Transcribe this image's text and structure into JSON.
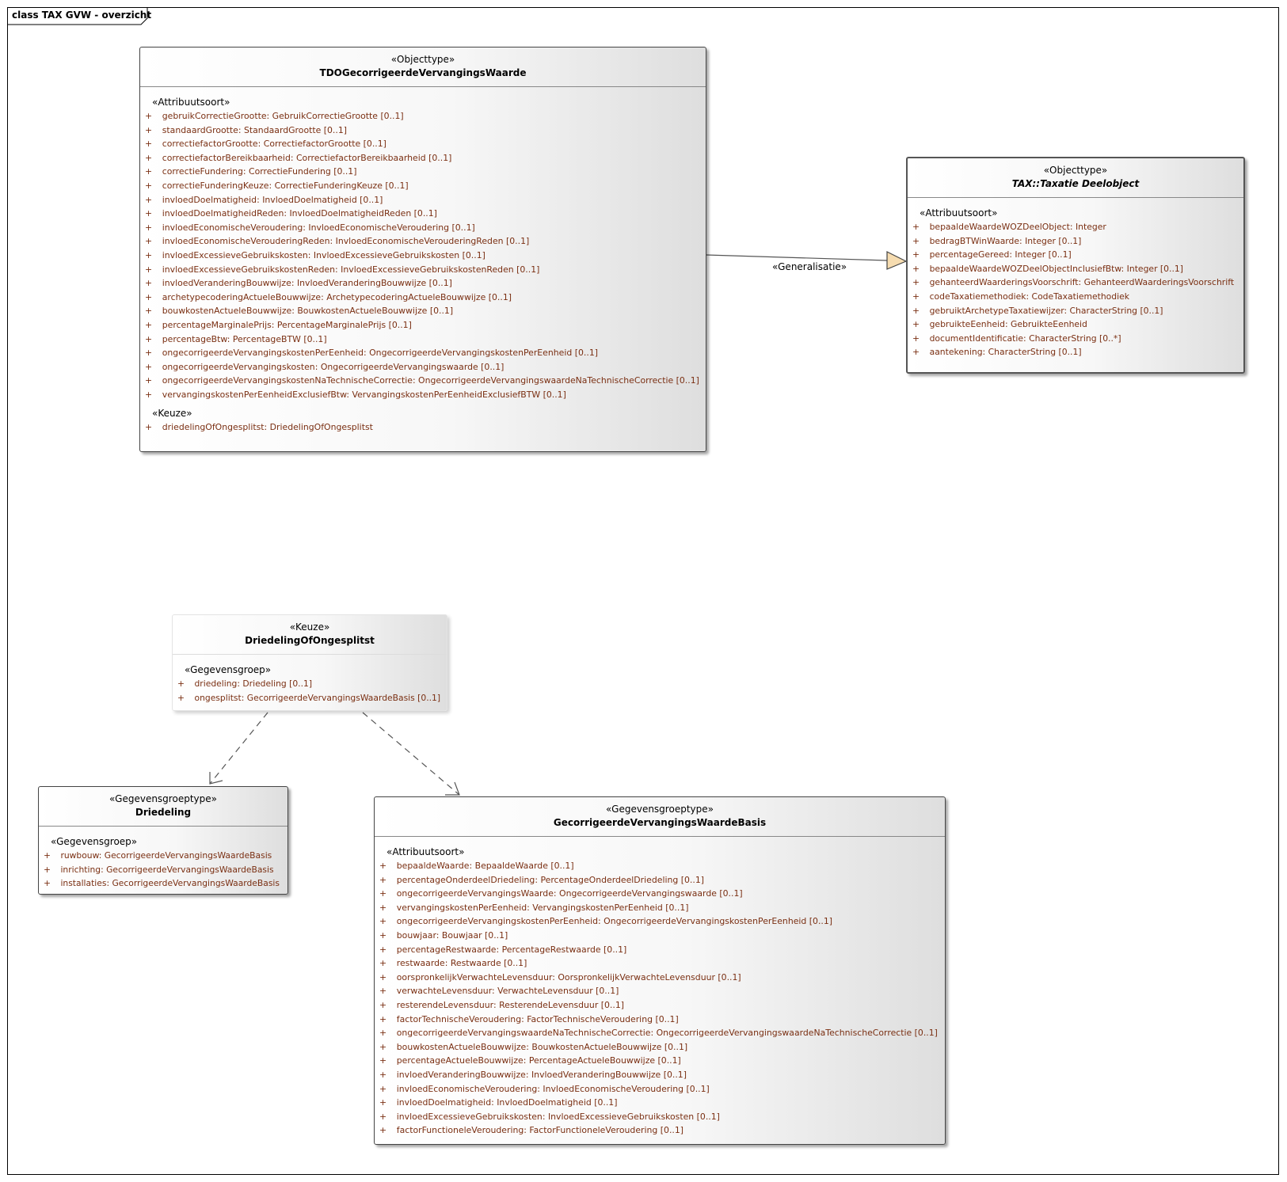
{
  "frame": {
    "title": "class TAX GVW - overzicht"
  },
  "classes": {
    "tdo": {
      "stereotype": "«Objecttype»",
      "name": "TDOGecorrigeerdeVervangingsWaarde",
      "sections": [
        {
          "label": "«Attribuutsoort»",
          "attrs": [
            "gebruikCorrectieGrootte: GebruikCorrectieGrootte [0..1]",
            "standaardGrootte: StandaardGrootte [0..1]",
            "correctiefactorGrootte: CorrectiefactorGrootte [0..1]",
            "correctiefactorBereikbaarheid: CorrectiefactorBereikbaarheid [0..1]",
            "correctieFundering: CorrectieFundering [0..1]",
            "correctieFunderingKeuze: CorrectieFunderingKeuze [0..1]",
            "invloedDoelmatigheid: InvloedDoelmatigheid [0..1]",
            "invloedDoelmatigheidReden: InvloedDoelmatigheidReden [0..1]",
            "invloedEconomischeVeroudering: InvloedEconomischeVeroudering [0..1]",
            "invloedEconomischeVerouderingReden: InvloedEconomischeVerouderingReden [0..1]",
            "invloedExcessieveGebruikskosten: InvloedExcessieveGebruikskosten [0..1]",
            "invloedExcessieveGebruikskostenReden: InvloedExcessieveGebruikskostenReden [0..1]",
            "invloedVeranderingBouwwijze: InvloedVeranderingBouwwijze [0..1]",
            "archetypecoderingActueleBouwwijze: ArchetypecoderingActueleBouwwijze [0..1]",
            "bouwkostenActueleBouwwijze: BouwkostenActueleBouwwijze [0..1]",
            "percentageMarginalePrijs: PercentageMarginalePrijs [0..1]",
            "percentageBtw: PercentageBTW [0..1]",
            "ongecorrigeerdeVervangingskostenPerEenheid: OngecorrigeerdeVervangingskostenPerEenheid [0..1]",
            "ongecorrigeerdeVervangingskosten: OngecorrigeerdeVervangingswaarde [0..1]",
            "ongecorrigeerdeVervangingskostenNaTechnischeCorrectie: OngecorrigeerdeVervangingswaardeNaTechnischeCorrectie [0..1]",
            "vervangingskostenPerEenheidExclusiefBtw: VervangingskostenPerEenheidExclusiefBTW [0..1]"
          ]
        },
        {
          "label": "«Keuze»",
          "attrs": [
            "driedelingOfOngesplitst: DriedelingOfOngesplitst"
          ]
        }
      ]
    },
    "taxatie": {
      "stereotype": "«Objecttype»",
      "name": "TAX::Taxatie Deelobject",
      "sections": [
        {
          "label": "«Attribuutsoort»",
          "attrs": [
            "bepaaldeWaardeWOZDeelObject: Integer",
            "bedragBTWinWaarde: Integer [0..1]",
            "percentageGereed: Integer [0..1]",
            "bepaaldeWaardeWOZDeelObjectInclusiefBtw: Integer [0..1]",
            "gehanteerdWaarderingsVoorschrift: GehanteerdWaarderingsVoorschrift",
            "codeTaxatiemethodiek: CodeTaxatiemethodiek",
            "gebruiktArchetypeTaxatiewijzer: CharacterString [0..1]",
            "gebruikteEenheid: GebruikteEenheid",
            "documentIdentificatie: CharacterString [0..*]",
            "aantekening: CharacterString [0..1]"
          ]
        }
      ]
    },
    "keuze": {
      "stereotype": "«Keuze»",
      "name": "DriedelingOfOngesplitst",
      "sections": [
        {
          "label": "«Gegevensgroep»",
          "attrs": [
            "driedeling: Driedeling [0..1]",
            "ongesplitst: GecorrigeerdeVervangingsWaardeBasis [0..1]"
          ]
        }
      ]
    },
    "driedeling": {
      "stereotype": "«Gegevensgroeptype»",
      "name": "Driedeling",
      "sections": [
        {
          "label": "«Gegevensgroep»",
          "attrs": [
            "ruwbouw: GecorrigeerdeVervangingsWaardeBasis",
            "inrichting: GecorrigeerdeVervangingsWaardeBasis",
            "installaties: GecorrigeerdeVervangingsWaardeBasis"
          ]
        }
      ]
    },
    "basis": {
      "stereotype": "«Gegevensgroeptype»",
      "name": "GecorrigeerdeVervangingsWaardeBasis",
      "sections": [
        {
          "label": "«Attribuutsoort»",
          "attrs": [
            "bepaaldeWaarde: BepaaldeWaarde [0..1]",
            "percentageOnderdeelDriedeling: PercentageOnderdeelDriedeling [0..1]",
            "ongecorrigeerdeVervangingsWaarde: OngecorrigeerdeVervangingswaarde [0..1]",
            "vervangingskostenPerEenheid: VervangingskostenPerEenheid [0..1]",
            "ongecorrigeerdeVervangingskostenPerEenheid: OngecorrigeerdeVervangingskostenPerEenheid [0..1]",
            "bouwjaar: Bouwjaar [0..1]",
            "percentageRestwaarde: PercentageRestwaarde [0..1]",
            "restwaarde: Restwaarde [0..1]",
            "oorspronkelijkVerwachteLevensduur: OorspronkelijkVerwachteLevensduur [0..1]",
            "verwachteLevensduur: VerwachteLevensduur [0..1]",
            "resterendeLevensduur: ResterendeLevensduur [0..1]",
            "factorTechnischeVeroudering: FactorTechnischeVeroudering [0..1]",
            "ongecorrigeerdeVervangingswaardeNaTechnischeCorrectie: OngecorrigeerdeVervangingswaardeNaTechnischeCorrectie [0..1]",
            "bouwkostenActueleBouwwijze: BouwkostenActueleBouwwijze [0..1]",
            "percentageActueleBouwwijze: PercentageActueleBouwwijze [0..1]",
            "invloedVeranderingBouwwijze: InvloedVeranderingBouwwijze [0..1]",
            "invloedEconomischeVeroudering: InvloedEconomischeVeroudering [0..1]",
            "invloedDoelmatigheid: InvloedDoelmatigheid [0..1]",
            "invloedExcessieveGebruikskosten: InvloedExcessieveGebruikskosten [0..1]",
            "factorFunctioneleVeroudering: FactorFunctioneleVeroudering [0..1]"
          ]
        }
      ]
    }
  },
  "relations": {
    "generalisatie_label": "«Generalisatie»"
  },
  "colors": {
    "attribute_text": "#7a2f12",
    "generalization_arrow": "#f6dcb0"
  }
}
